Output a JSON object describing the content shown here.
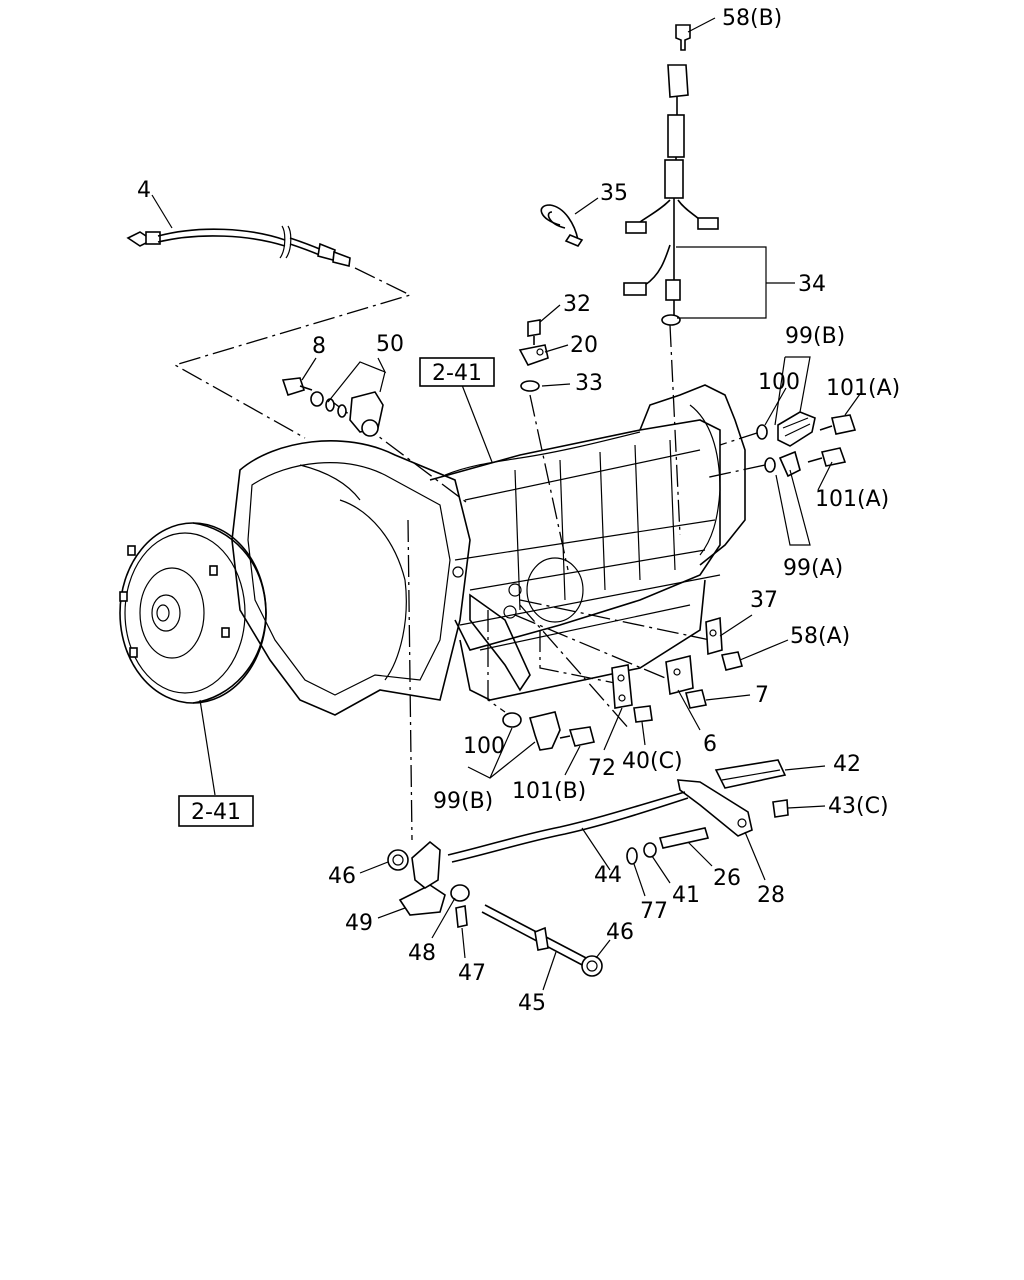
{
  "ref_boxes": {
    "upper": "2-41",
    "lower": "2-41"
  },
  "callouts": {
    "c58b": "58(B)",
    "c35": "35",
    "c34": "34",
    "c4": "4",
    "c32": "32",
    "c20": "20",
    "c33": "33",
    "c8": "8",
    "c50": "50",
    "c99b_top": "99(B)",
    "c100_top": "100",
    "c101a_top": "101(A)",
    "c101a_mid": "101(A)",
    "c99a": "99(A)",
    "c37": "37",
    "c58a": "58(A)",
    "c7": "7",
    "c6": "6",
    "c40c": "40(C)",
    "c72": "72",
    "c100_bot": "100",
    "c99b_bot": "99(B)",
    "c101b": "101(B)",
    "c42": "42",
    "c43c": "43(C)",
    "c44": "44",
    "c77": "77",
    "c41": "41",
    "c26": "26",
    "c28": "28",
    "c46_left": "46",
    "c49": "49",
    "c48": "48",
    "c47": "47",
    "c46_right": "46",
    "c45": "45"
  }
}
